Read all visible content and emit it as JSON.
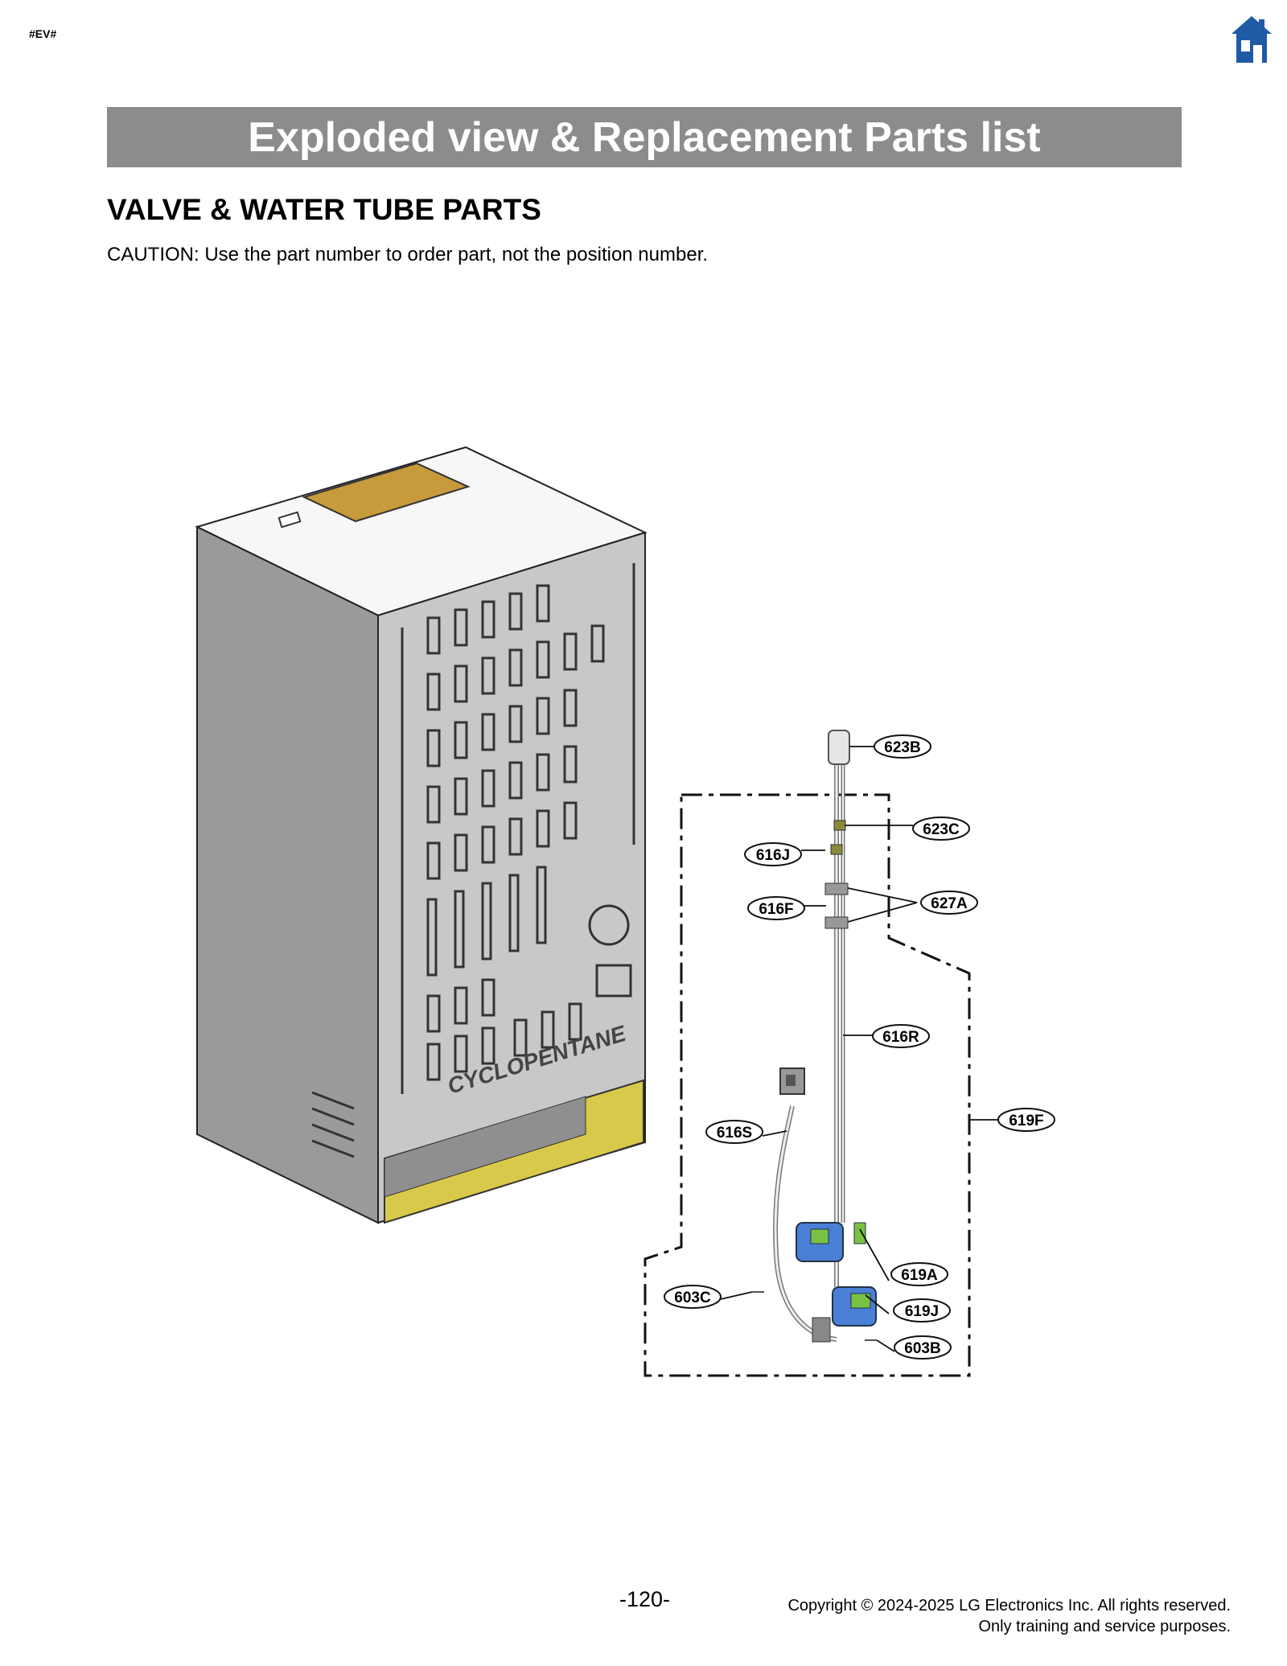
{
  "doc_tag": "#EV#",
  "nav": {
    "home_icon": "home-icon"
  },
  "header": {
    "title": "Exploded view & Replacement Parts list"
  },
  "section": {
    "title": "VALVE & WATER TUBE PARTS",
    "caution": "CAUTION: Use the part number to order part, not the position number."
  },
  "diagram": {
    "cabinet_marking": "CYCLOPENTANE",
    "callouts": [
      "623B",
      "623C",
      "616J",
      "616F",
      "627A",
      "616R",
      "619F",
      "616S",
      "619A",
      "603C",
      "619J",
      "603B"
    ]
  },
  "footer": {
    "page_number": "-120-",
    "copyright_line1": "Copyright © 2024-2025 LG Electronics Inc. All rights reserved.",
    "copyright_line2": "Only training and service purposes."
  },
  "colors": {
    "banner": "#8c8c8c",
    "home_icon": "#1f5aa6",
    "valve_blue": "#4a7fd6",
    "connector_green": "#7ac143",
    "bracket_yellow": "#d8c94a"
  }
}
